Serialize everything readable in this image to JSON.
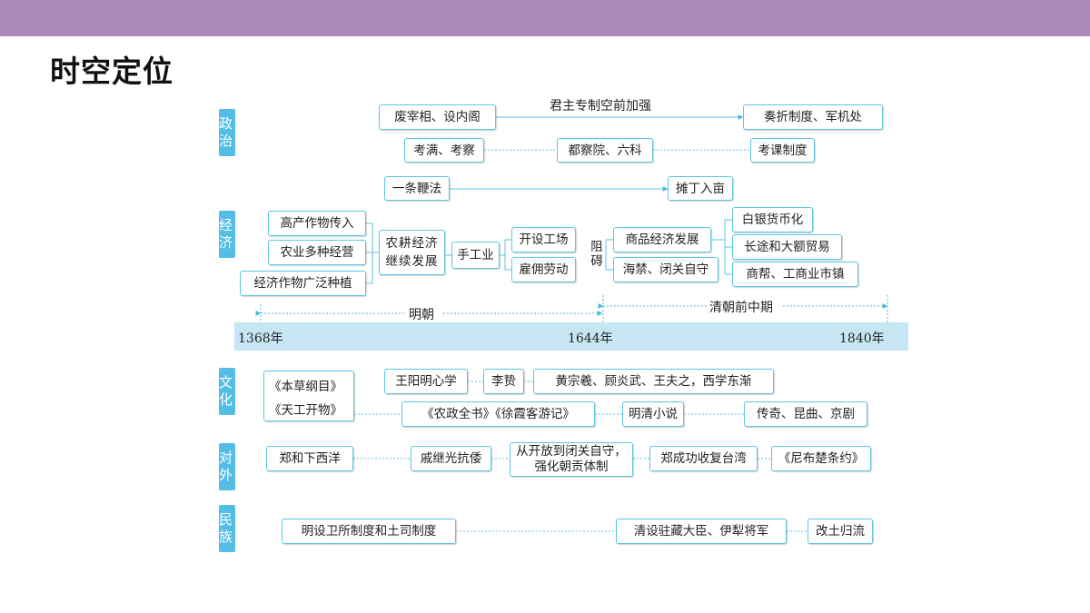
{
  "header": {
    "title": "时空定位"
  },
  "colors": {
    "top_bar": "#ab8abb",
    "category": "#54bde6",
    "box_border": "#5dc6e4",
    "timeline_band": "#c7e6f4"
  },
  "categories": {
    "politics": "政治",
    "economy": "经济",
    "culture": "文化",
    "foreign": "对外",
    "ethnic": "民族"
  },
  "politics": {
    "abolish": "废宰相、设内阁",
    "trend_label": "君主专制空前加强",
    "memorial": "奏折制度、军机处",
    "kaoman": "考满、考察",
    "duchayuan": "都察院、六科",
    "kaoke": "考课制度"
  },
  "economy": {
    "yitiaobian": "一条鞭法",
    "tanding": "摊丁入亩",
    "highyield": "高产作物传入",
    "diversified": "农业多种经营",
    "cashcrop": "经济作物广泛种植",
    "farming": "农耕经济继续发展",
    "handicraft": "手工业",
    "workshop": "开设工场",
    "hiredlabor": "雇佣劳动",
    "obstacle": "阻碍",
    "commodity": "商品经济发展",
    "seaban": "海禁、闭关自守",
    "silver": "白银货币化",
    "trade": "长途和大额贸易",
    "merchants": "商帮、工商业市镇"
  },
  "timeline": {
    "ming": "明朝",
    "qing": "清朝前中期",
    "years": [
      "1368年",
      "1644年",
      "1840年"
    ]
  },
  "culture": {
    "bencao": "《本草纲目》",
    "tiangong": "《天工开物》",
    "wangyangming": "王阳明心学",
    "lizhi": "李贽",
    "thinkers": "黄宗羲、顾炎武、王夫之，西学东渐",
    "nongzheng": "《农政全书》《徐霞客游记》",
    "novels": "明清小说",
    "opera": "传奇、昆曲、京剧"
  },
  "foreign": {
    "zhenghe": "郑和下西洋",
    "qijiguang": "戚继光抗倭",
    "closedoor": "从开放到闭关自守，强化朝贡体制",
    "taiwan": "郑成功收复台湾",
    "nerchinsk": "《尼布楚条约》"
  },
  "ethnic": {
    "weisuo": "明设卫所制度和土司制度",
    "amban": "清设驻藏大臣、伊犁将军",
    "gaitu": "改土归流"
  }
}
